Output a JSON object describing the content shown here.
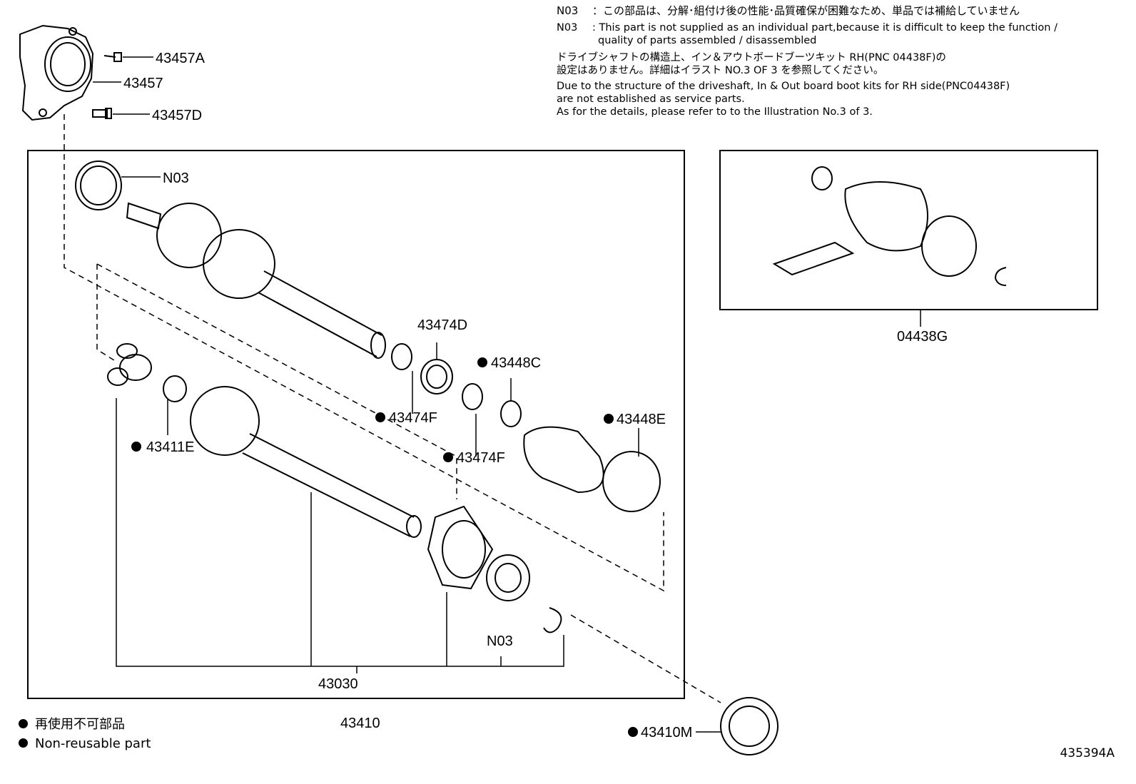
{
  "notes": {
    "n03_code": "N03",
    "n03_jp": "：この部品は、分解･組付け後の性能･品質確保が困難なため、単品では補給していません",
    "n03_en_code": "N03",
    "n03_en_1": ": This part is not supplied as an individual part,because it is difficult to keep the function /",
    "n03_en_2": "quality of parts assembled / disassembled",
    "drive_jp_1": "ドライブシャフトの構造上、イン＆アウトボードブーツキット RH(PNC 04438F)の",
    "drive_jp_2": "設定はありません。詳細はイラスト NO.3 OF 3 を参照してください。",
    "drive_en_1": "Due to the structure of the driveshaft, In & Out board  boot kits for RH side(PNC04438F)",
    "drive_en_2": "are not established as service parts.",
    "drive_en_3": "As for the details, please refer to to the Illustration No.3 of 3."
  },
  "callouts": {
    "c43457A": "43457A",
    "c43457": "43457",
    "c43457D": "43457D",
    "cN03_top": "N03",
    "c43474D": "43474D",
    "c43448C": "43448C",
    "c43474F_a": "43474F",
    "c43474F_b": "43474F",
    "c43448E": "43448E",
    "c43411E": "43411E",
    "cN03_bottom": "N03",
    "c43030": "43030",
    "c43410": "43410",
    "c43410M": "43410M",
    "c04438G": "04438G"
  },
  "legend": {
    "jp": "再使用不可部品",
    "en": "Non-reusable part"
  },
  "figure_id": "435394A"
}
